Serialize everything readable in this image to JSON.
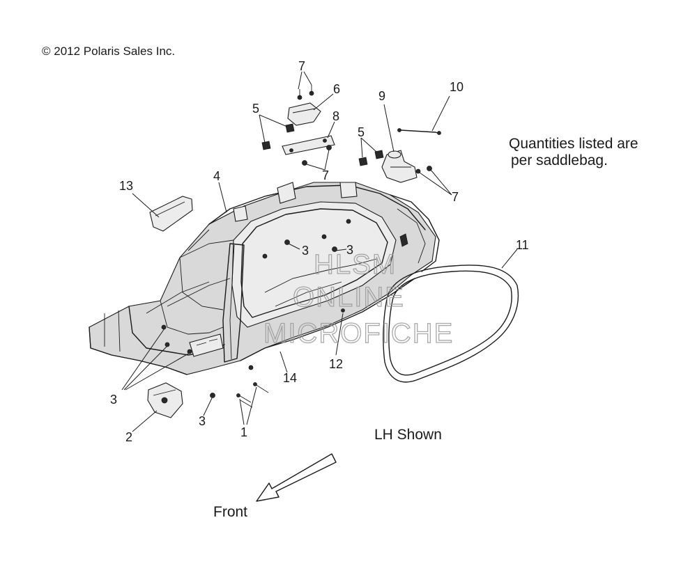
{
  "copyright": "© 2012 Polaris Sales Inc.",
  "note_line1": "Quantities listed are",
  "note_line2": "per saddlebag.",
  "view_label": "LH Shown",
  "direction_label": "Front",
  "watermark": {
    "line1": "HLSM",
    "line2": "ONLINE",
    "line3": "MICROFICHE"
  },
  "callouts": {
    "c1": "1",
    "c2": "2",
    "c3a": "3",
    "c3b": "3",
    "c3c": "3",
    "c3d": "3",
    "c4": "4",
    "c5a": "5",
    "c5b": "5",
    "c6": "6",
    "c7a": "7",
    "c7b": "7",
    "c7c": "7",
    "c8": "8",
    "c9": "9",
    "c10": "10",
    "c11": "11",
    "c12": "12",
    "c13": "13",
    "c14": "14"
  }
}
